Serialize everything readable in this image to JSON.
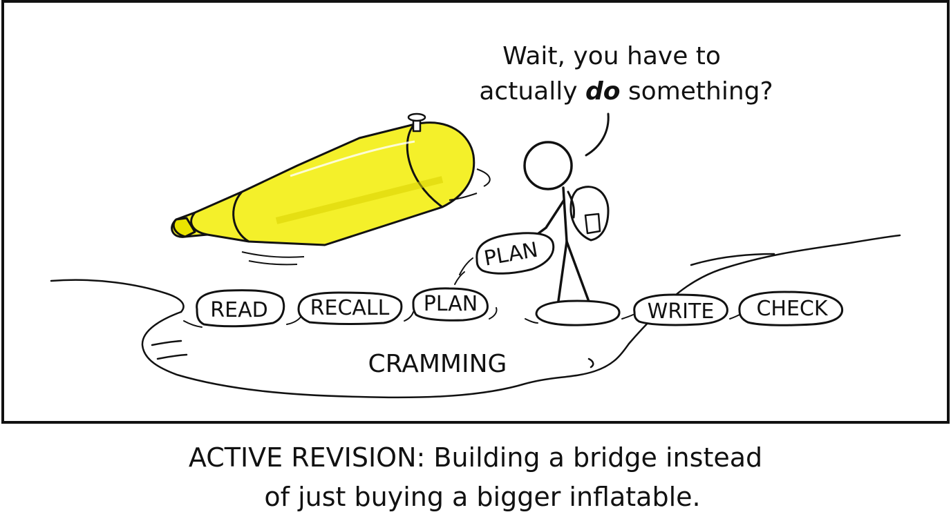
{
  "comic": {
    "speech_line1": "Wait, you have to",
    "speech_line2_pre": "actually ",
    "speech_line2_em": "do",
    "speech_line2_post": " something?",
    "stones": {
      "read": "READ",
      "recall": "RECALL",
      "plan_placed": "PLAN",
      "plan_carried": "PLAN",
      "write": "WRITE",
      "check": "CHECK"
    },
    "puddle_label": "CRAMMING",
    "caption_line1": "ACTIVE REVISION: Building a bridge instead",
    "caption_line2": "of just buying a bigger inflatable."
  },
  "colors": {
    "ink": "#111111",
    "highlighter_yellow": "#f4f02a",
    "highlighter_shade": "#d8d200",
    "stone_fill": "#ffffff"
  }
}
